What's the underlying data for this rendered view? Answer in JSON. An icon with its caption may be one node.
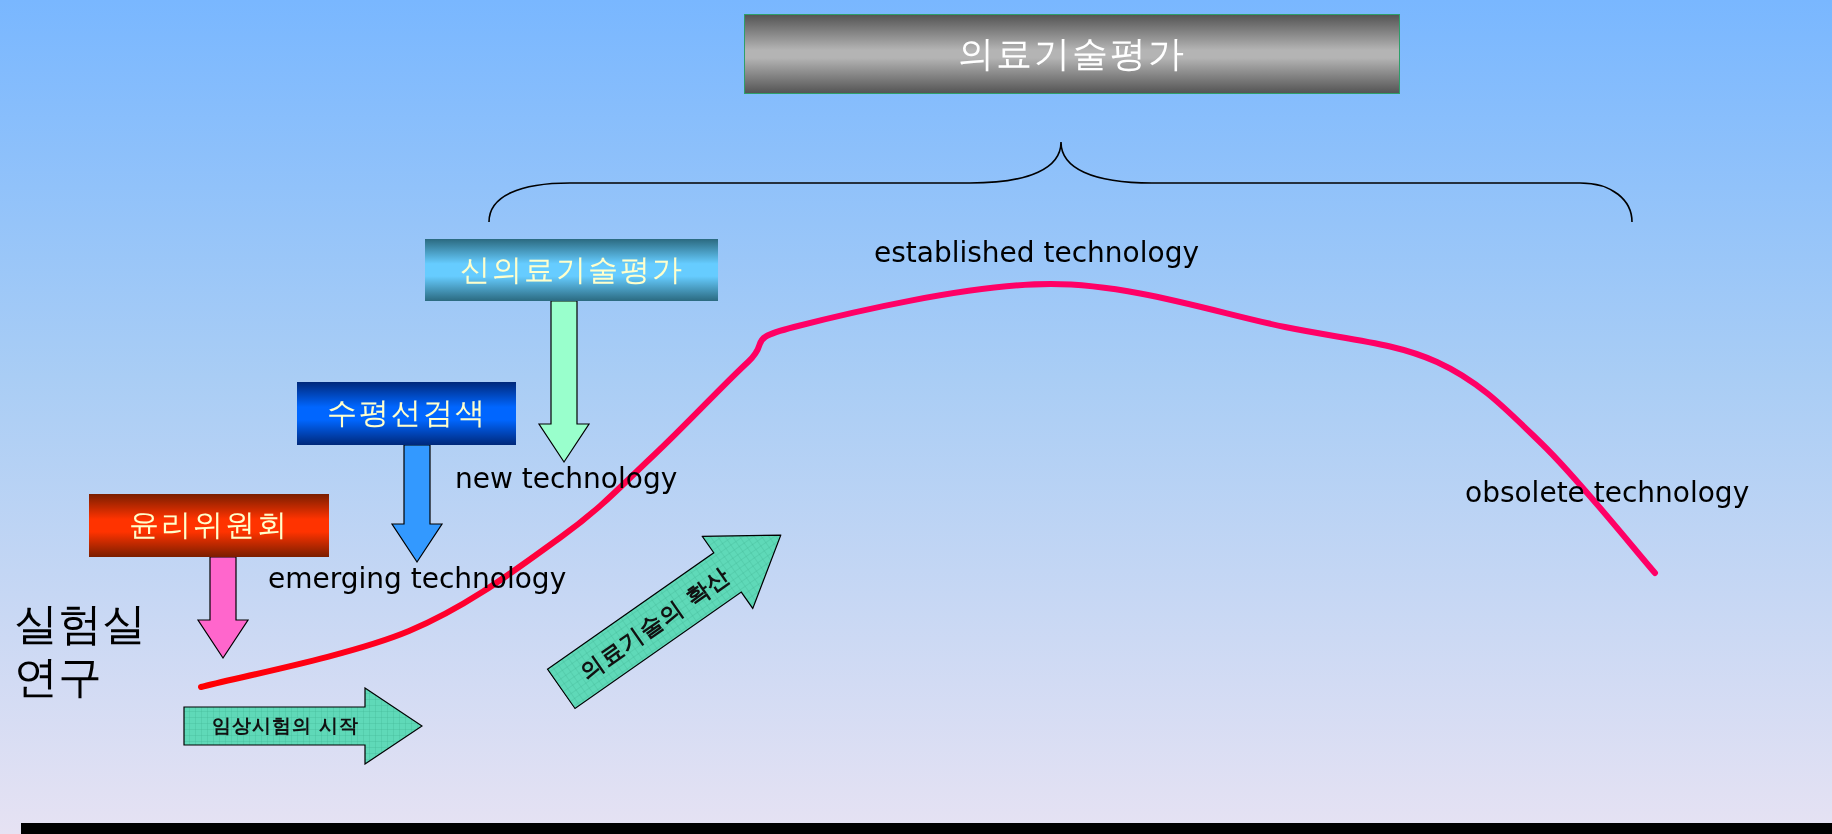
{
  "diagram": {
    "nodes": [
      {
        "text": [
          "의료기술평가"
        ]
      },
      {
        "text": [
          "신의료기술평가"
        ]
      },
      {
        "text": [
          "수평선검색"
        ]
      },
      {
        "text": [
          "윤리위원회"
        ]
      },
      {
        "text": [
          "new technology"
        ]
      },
      {
        "text": [
          "emerging technology"
        ]
      },
      {
        "text": [
          "실험실 연구"
        ]
      },
      {
        "text": [
          "established technology"
        ]
      },
      {
        "text": [
          "obsolete technology"
        ]
      },
      {
        "text": [
          "임상시험의 시작"
        ]
      },
      {
        "text": [
          "의료기술의 확산"
        ]
      }
    ],
    "edges": [
      {
        "from": 1,
        "to": 4,
        "arrow": "to",
        "color": "#99ffcc"
      },
      {
        "from": 2,
        "to": 5,
        "arrow": "to",
        "color": "#3399ff"
      },
      {
        "from": 3,
        "to": null,
        "arrow": "to",
        "color": "#ff66cc"
      }
    ]
  }
}
